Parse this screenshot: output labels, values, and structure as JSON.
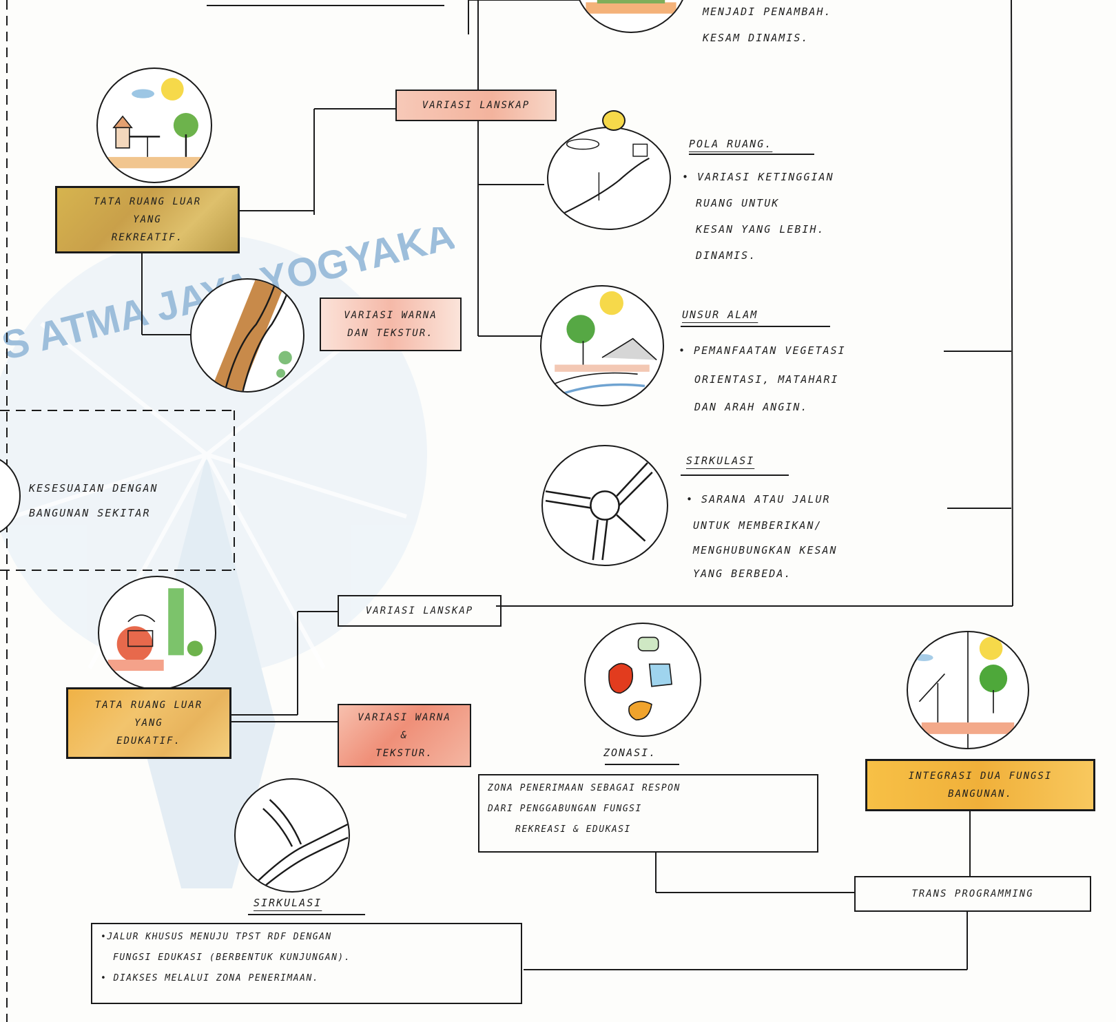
{
  "watermark": {
    "text": "S ATMA JAYA YOGYAKARTA",
    "color": "#9dbedb"
  },
  "colors": {
    "ink": "#1a1a1a",
    "ochre": "#d4a63c",
    "salmon": "#f2b6a4",
    "watermark": "#9dbedb"
  },
  "top_note": {
    "line1": "MENJADI PENAMBAH.",
    "line2": "KESAM DINAMIS."
  },
  "recreative": {
    "box_label": "TATA RUANG LUAR\nYANG\nREKREATIF.",
    "variasi_lanskap": "VARIASI LANSKAP",
    "variasi_warna": "VARIASI WARNA\nDAN TEKSTUR."
  },
  "aspects": [
    {
      "title": "POLA RUANG.",
      "lines": [
        "• VARIASI KETINGGIAN",
        "RUANG UNTUK",
        "KESAN YANG LEBIH.",
        "DINAMIS."
      ],
      "icon": "pola-ruang-icon"
    },
    {
      "title": "UNSUR ALAM",
      "lines": [
        "• PEMANFAATAN VEGETASI",
        "ORIENTASI, MATAHARI",
        "DAN ARAH ANGIN."
      ],
      "icon": "unsur-alam-icon"
    },
    {
      "title": "SIRKULASI",
      "lines": [
        "• SARANA ATAU JALUR",
        "UNTUK MEMBERIKAN/",
        "MENGHUBUNGKAN KESAN",
        "YANG BERBEDA."
      ],
      "icon": "sirkulasi-roundabout-icon"
    }
  ],
  "context": {
    "line1": "KESESUAIAN DENGAN",
    "line2": "BANGUNAN SEKITAR"
  },
  "educative": {
    "box_label": "TATA RUANG LUAR\nYANG\nEDUKATIF.",
    "variasi_lanskap": "VARIASI LANSKAP",
    "variasi_warna": "VARIASI WARNA\n&\nTEKSTUR."
  },
  "zonasi": {
    "title": "ZONASI.",
    "lines": [
      "ZONA PENERIMAAN SEBAGAI RESPON",
      "DARI PENGGABUNGAN FUNGSI",
      "REKREASI & EDUKASI"
    ]
  },
  "integrasi": {
    "label": "INTEGRASI DUA FUNGSI\nBANGUNAN."
  },
  "transprogramming": {
    "label": "TRANS PROGRAMMING"
  },
  "sirkulasi_bottom": {
    "title": "SIRKULASI",
    "lines": [
      "•JALUR KHUSUS MENUJU TPST RDF DENGAN",
      "FUNGSI EDUKASI (BERBENTUK KUNJUNGAN).",
      "• DIAKSES MELALUI ZONA PENERIMAAN."
    ]
  }
}
